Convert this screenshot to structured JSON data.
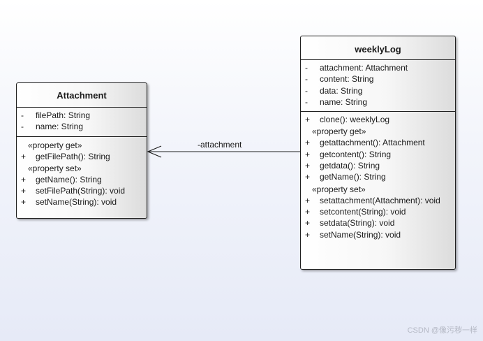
{
  "classes": {
    "attachment": {
      "name": "Attachment",
      "attributes": [
        {
          "visibility": "-",
          "text": "filePath: String"
        },
        {
          "visibility": "-",
          "text": "name: String"
        }
      ],
      "getter_stereotype": "«property get»",
      "getters": [
        {
          "visibility": "+",
          "text": "getFilePath(): String"
        }
      ],
      "setter_stereotype": "«property set»",
      "setters": [
        {
          "visibility": "+",
          "text": "getName(): String"
        },
        {
          "visibility": "+",
          "text": "setFilePath(String): void"
        },
        {
          "visibility": "+",
          "text": "setName(String): void"
        }
      ]
    },
    "weeklylog": {
      "name": "weeklyLog",
      "attributes": [
        {
          "visibility": "-",
          "text": "attachment: Attachment"
        },
        {
          "visibility": "-",
          "text": "content: String"
        },
        {
          "visibility": "-",
          "text": "data: String"
        },
        {
          "visibility": "-",
          "text": "name: String"
        }
      ],
      "operations": [
        {
          "visibility": "+",
          "text": "clone(): weeklyLog"
        }
      ],
      "getter_stereotype": "«property get»",
      "getters": [
        {
          "visibility": "+",
          "text": "getattachment(): Attachment"
        },
        {
          "visibility": "+",
          "text": "getcontent(): String"
        },
        {
          "visibility": "+",
          "text": "getdata(): String"
        },
        {
          "visibility": "+",
          "text": "getName(): String"
        }
      ],
      "setter_stereotype": "«property set»",
      "setters": [
        {
          "visibility": "+",
          "text": "setattachment(Attachment): void"
        },
        {
          "visibility": "+",
          "text": "setcontent(String): void"
        },
        {
          "visibility": "+",
          "text": "setdata(String): void"
        },
        {
          "visibility": "+",
          "text": "setName(String): void"
        }
      ]
    }
  },
  "association": {
    "label": "-attachment",
    "from": "weeklyLog",
    "to": "Attachment"
  },
  "watermark": "CSDN @像污秽一样"
}
